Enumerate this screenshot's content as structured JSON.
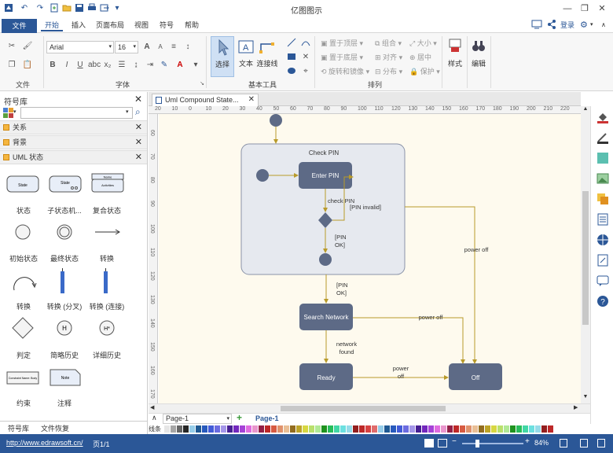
{
  "app": {
    "title": "亿图图示",
    "login_label": "登录"
  },
  "ribbon": {
    "tabs": [
      "文件",
      "开始",
      "插入",
      "页面布局",
      "视图",
      "符号",
      "帮助"
    ],
    "groups": {
      "file": "文件",
      "font": "字体",
      "basic_tools": "基本工具",
      "arrange": "排列"
    },
    "font_name": "Arial",
    "font_size": "16",
    "tools": {
      "select": "选择",
      "text": "文本",
      "connector": "连接线"
    },
    "arrange": {
      "bring_front": "置于顶层",
      "send_back": "置于底层",
      "rotate_mirror": "旋转和镜像",
      "group": "组合",
      "align": "对齐",
      "distribute": "分布",
      "size": "大小",
      "center": "居中",
      "protect": "保护"
    },
    "style_label": "样式",
    "edit_label": "编辑"
  },
  "library": {
    "title": "符号库",
    "search_placeholder": "",
    "sections": [
      "关系",
      "背景",
      "UML 状态"
    ],
    "shapes": [
      {
        "label": "状态",
        "icon": "state-shape"
      },
      {
        "label": "子状态机...",
        "icon": "submachine-shape"
      },
      {
        "label": "复合状态",
        "icon": "composite-state-shape"
      },
      {
        "label": "初始状态",
        "icon": "initial-state-shape"
      },
      {
        "label": "最终状态",
        "icon": "final-state-shape"
      },
      {
        "label": "转换",
        "icon": "transition-arrow"
      },
      {
        "label": "转换",
        "icon": "transition-curve"
      },
      {
        "label": "转换 (分叉)",
        "icon": "fork-bar"
      },
      {
        "label": "转换 (连接)",
        "icon": "join-bar"
      },
      {
        "label": "判定",
        "icon": "decision-diamond"
      },
      {
        "label": "简略历史",
        "icon": "shallow-history"
      },
      {
        "label": "详细历史",
        "icon": "deep-history"
      },
      {
        "label": "约束",
        "icon": "constraint-shape"
      },
      {
        "label": "注释",
        "icon": "note-shape"
      }
    ],
    "shape_texts": {
      "state": "State",
      "submachine": "State",
      "composite_name": "Name",
      "composite_activities": "Activities",
      "constraint": "Constraint Name: Body",
      "note": "Note",
      "history_shallow": "H",
      "history_deep": "H*"
    },
    "bottom_tabs": [
      "符号库",
      "文件恢复"
    ]
  },
  "document": {
    "tab_title": "Uml Compound State...",
    "page_name": "Page-1",
    "page_tab": "Page-1",
    "fill_label": "填充",
    "line_label": "线条"
  },
  "rulers": {
    "horizontal": [
      "20",
      "10",
      "0",
      "10",
      "20",
      "30",
      "40",
      "50",
      "60",
      "70",
      "80",
      "90",
      "100",
      "110",
      "120",
      "130",
      "140",
      "150",
      "160",
      "170",
      "180",
      "190",
      "200",
      "210",
      "220"
    ],
    "vertical": [
      "60",
      "70",
      "80",
      "90",
      "100",
      "110",
      "120",
      "130",
      "140",
      "150",
      "160",
      "170"
    ]
  },
  "diagram": {
    "composite_title": "Check PIN",
    "enter_pin": "Enter PIN",
    "check_pin_label": "check PIN",
    "pin_invalid": "[PIN invalid]",
    "pin_ok_inner": [
      "[PIN",
      "OK]"
    ],
    "pin_ok_outer": [
      "[PIN",
      "OK]"
    ],
    "search_network": "Search Network",
    "network_found": [
      "network",
      "found"
    ],
    "ready": "Ready",
    "off": "Off",
    "power_off_1": "power off",
    "power_off_2": "power off",
    "power_off_3": [
      "power",
      "off"
    ]
  },
  "status": {
    "url": "http://www.edrawsoft.cn/",
    "page_info": "页1/1",
    "zoom": "84%"
  },
  "colors": {
    "accent": "#2b5797",
    "state_fill": "#5d6a86",
    "canvas_bg": "#fefaee",
    "connector": "#b89a2a"
  }
}
